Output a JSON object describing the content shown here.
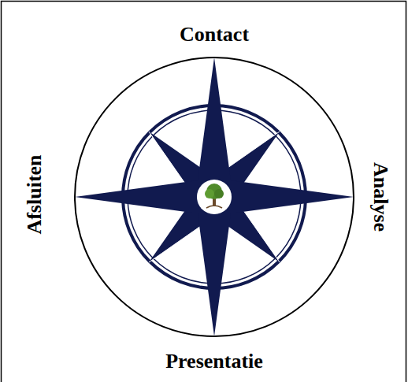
{
  "diagram": {
    "labels": [
      "Contact",
      "Afsluiten",
      "Analyse",
      "Presentatie"
    ]
  }
}
